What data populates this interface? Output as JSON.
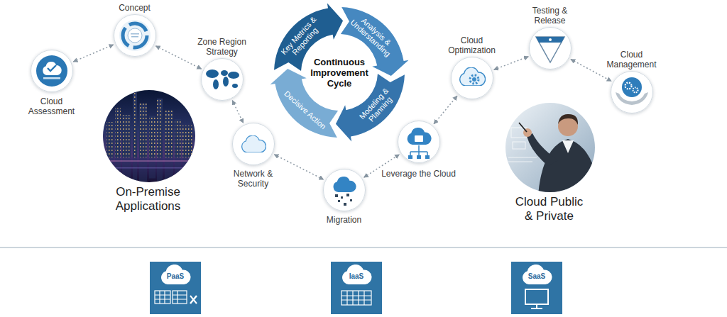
{
  "diagram": {
    "nodes": [
      {
        "text": [
          "Cloud Assessment"
        ]
      },
      {
        "text": [
          "Concept"
        ]
      },
      {
        "text": [
          "Zone Region Strategy"
        ]
      },
      {
        "text": [
          "Continuous Improvement Cycle"
        ]
      },
      {
        "text": [
          "Key Metrics & Reporting"
        ],
        "in": 3
      },
      {
        "text": [
          "Analysis & Understanding"
        ],
        "in": 3
      },
      {
        "text": [
          "Modeling & Planning"
        ],
        "in": 3
      },
      {
        "text": [
          "Decisive Action"
        ],
        "in": 3
      },
      {
        "text": [
          "On-Premise Applications"
        ]
      },
      {
        "text": [
          "Network & Security"
        ]
      },
      {
        "text": [
          "Migration"
        ]
      },
      {
        "text": [
          "Leverage the Cloud"
        ]
      },
      {
        "text": [
          "Cloud Optimization"
        ]
      },
      {
        "text": [
          "Testing & Release"
        ]
      },
      {
        "text": [
          "Cloud Management"
        ]
      },
      {
        "text": [
          "Cloud Public & Private"
        ]
      },
      {
        "text": [
          "PaaS"
        ]
      },
      {
        "text": [
          "IaaS"
        ]
      },
      {
        "text": [
          "SaaS"
        ]
      }
    ],
    "edges": [
      {
        "from": 0,
        "to": 1,
        "arrow": "both"
      },
      {
        "from": 1,
        "to": 2,
        "arrow": "both"
      },
      {
        "from": 2,
        "to": 9,
        "arrow": "both"
      },
      {
        "from": 9,
        "to": 10,
        "arrow": "both"
      },
      {
        "from": 10,
        "to": 11,
        "arrow": "both"
      },
      {
        "from": 11,
        "to": 12,
        "arrow": "both"
      },
      {
        "from": 12,
        "to": 13,
        "arrow": "both"
      },
      {
        "from": 13,
        "to": 14,
        "arrow": "both"
      }
    ]
  }
}
